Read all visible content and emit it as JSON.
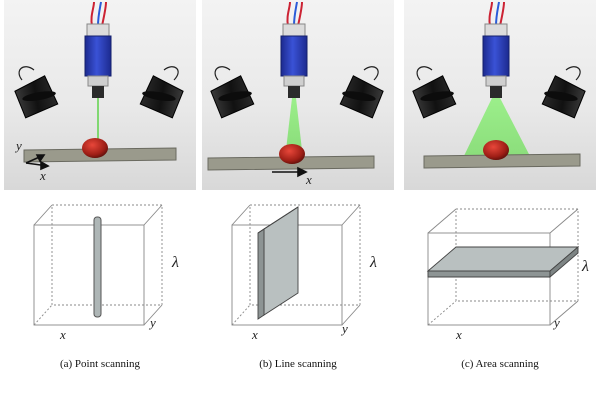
{
  "panels": [
    {
      "axis_labels": {
        "x": "x",
        "y": "y"
      },
      "cube_labels": {
        "x": "x",
        "y": "y",
        "lambda": "λ"
      },
      "caption": "(a) Point scanning"
    },
    {
      "axis_labels": {
        "x": "x"
      },
      "cube_labels": {
        "x": "x",
        "y": "y",
        "lambda": "λ"
      },
      "caption": "(b) Line scanning"
    },
    {
      "cube_labels": {
        "x": "x",
        "y": "y",
        "lambda": "λ"
      },
      "caption": "(c) Area scanning"
    }
  ],
  "colors": {
    "camera_body": "#2d3fb5",
    "beam": "#7ee06a",
    "stage": "#9a9a8c",
    "apple": "#b3261e",
    "slab": "#b9c0c0"
  },
  "icons": [
    "camera-icon",
    "lamp-icon",
    "apple-icon",
    "cable-icon"
  ]
}
